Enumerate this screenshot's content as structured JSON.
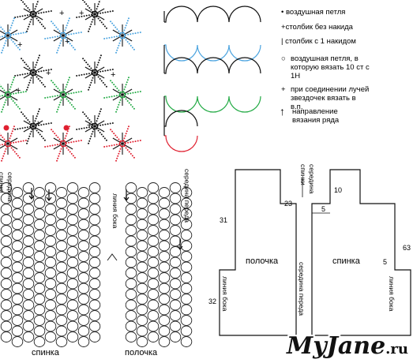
{
  "legend": [
    {
      "symbol": "dot",
      "text": "воздушная петля"
    },
    {
      "symbol": "plus",
      "text": "столбик без накида"
    },
    {
      "symbol": "bar",
      "text": "столбик с 1 накидом"
    },
    {
      "symbol": "ring",
      "text": "воздушная петля, в которую вязать 10 ст с 1Н"
    },
    {
      "symbol": "plus",
      "text": "при соединении лучей звездочек вязать в в.п."
    },
    {
      "symbol": "arrow",
      "text": "направление вязания ряда"
    }
  ],
  "swatch_labels": {
    "spinka_center": "середина спинки",
    "front_center": "середина переда",
    "side_line": "линия бока",
    "spinka": "спинка",
    "polochka": "полочка"
  },
  "pattern": {
    "polochka": "полочка",
    "spinka": "спинка",
    "front_center": "середина переда",
    "side_line_left": "линия бока",
    "side_line_right": "линия бока",
    "spinka_center": "середина спинки",
    "dims": {
      "d31": "31",
      "d23": "23",
      "d32": "32",
      "d10": "10",
      "d5a": "5",
      "d5b": "5",
      "d63": "63"
    }
  },
  "watermark": {
    "main": "MyJane",
    "suffix": ".ru"
  },
  "colors": {
    "blue": "#4aa3df",
    "green": "#22aa44",
    "red": "#e02030",
    "black": "#111111"
  }
}
